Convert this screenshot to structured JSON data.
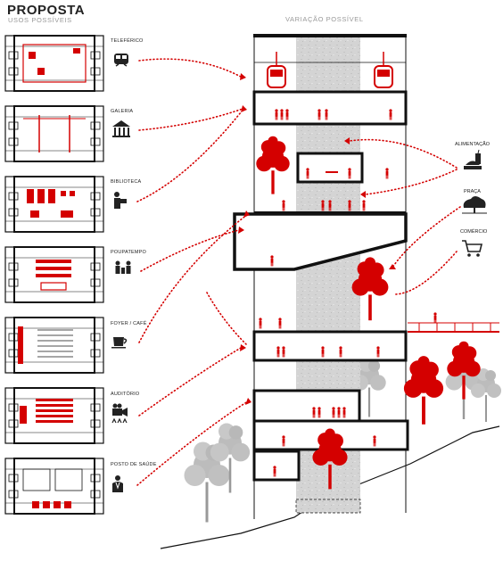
{
  "header": {
    "title": "PROPOSTA",
    "subtitle": "USOS POSSÍVEIS",
    "section_title": "VARIAÇÃO POSSÍVEL"
  },
  "uses": [
    {
      "label": "TELEFÉRICO",
      "icon": "cable-car-icon"
    },
    {
      "label": "GALERIA",
      "icon": "museum-icon"
    },
    {
      "label": "BIBLIOTECA",
      "icon": "reader-icon"
    },
    {
      "label": "POUPATEMPO",
      "icon": "service-desk-icon"
    },
    {
      "label": "FOYER / CAFÉ",
      "icon": "coffee-cup-icon"
    },
    {
      "label": "AUDITÓRIO",
      "icon": "projector-icon"
    },
    {
      "label": "POSTO DE SAÚDE",
      "icon": "doctor-icon"
    }
  ],
  "right_uses": [
    {
      "label": "ALIMENTAÇÃO",
      "icon": "food-icon"
    },
    {
      "label": "PRAÇA",
      "icon": "tree-icon"
    },
    {
      "label": "COMÉRCIO",
      "icon": "shopping-cart-icon"
    }
  ],
  "colors": {
    "accent": "#d40000",
    "line": "#111111",
    "muted": "#999999",
    "concrete": "#d6d6d6",
    "tree_grey": "#b5b5b5"
  }
}
